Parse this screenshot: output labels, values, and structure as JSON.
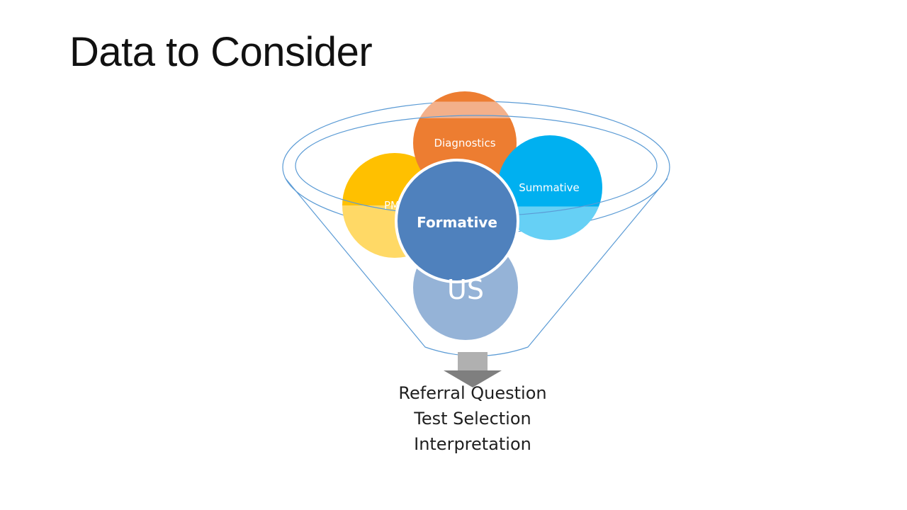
{
  "title": "Data to Consider",
  "diagram": {
    "circles": {
      "diagnostics": "Diagnostics",
      "summative": "Summative",
      "pm": "PM",
      "us": "US",
      "formative": "Formative"
    },
    "outputs": [
      "Referral Question",
      "Test Selection",
      "Interpretation"
    ]
  },
  "colors": {
    "diagnostics": "#ED7D31",
    "summative": "#00B0F0",
    "pm": "#FFC000",
    "us": "#8FAADC",
    "formative": "#4F81BD",
    "funnel_line": "#5B9BD5",
    "arrow": "#808080"
  }
}
